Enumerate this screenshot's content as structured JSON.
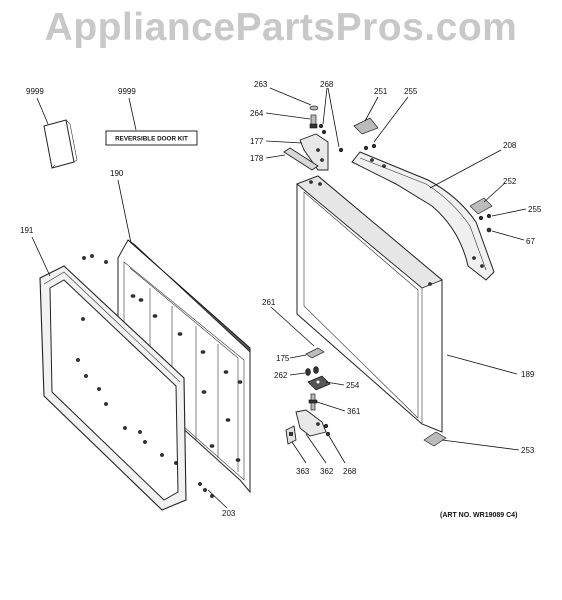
{
  "watermark": "AppliancePartsPros.com",
  "kit_label": "REVERSIBLE DOOR KIT",
  "art_number": "(ART NO. WR19089 C4)",
  "callouts": {
    "c9999a": "9999",
    "c9999b": "9999",
    "c190": "190",
    "c191": "191",
    "c203": "203",
    "c263": "263",
    "c268a": "268",
    "c251": "251",
    "c255a": "255",
    "c264": "264",
    "c177": "177",
    "c178": "178",
    "c208": "208",
    "c252": "252",
    "c255b": "255",
    "c67": "67",
    "c261": "261",
    "c175": "175",
    "c262": "262",
    "c254": "254",
    "c361": "361",
    "c189": "189",
    "c363": "363",
    "c362": "362",
    "c268b": "268",
    "c253": "253"
  }
}
